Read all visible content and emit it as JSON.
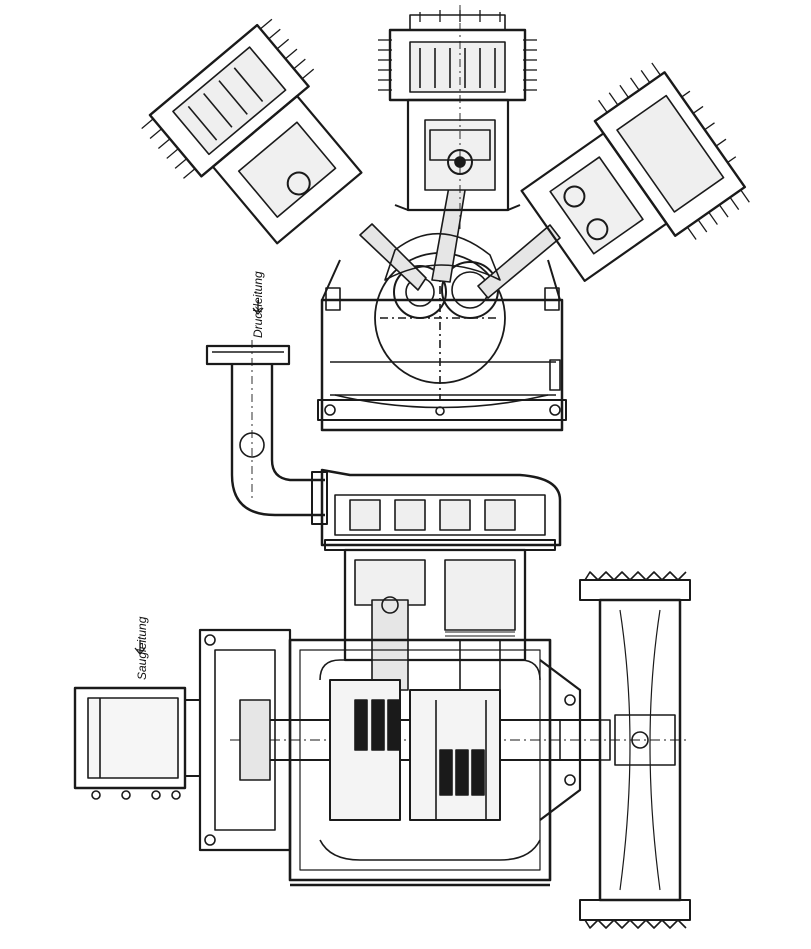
{
  "drawing": {
    "labels": {
      "suction": "Saugleitung",
      "discharge": "Druckleitung"
    },
    "ink_color": "#1a1a1a",
    "paper_color": "#ffffff",
    "views": {
      "upper": "w-type three-cylinder cross-section",
      "lower": "longitudinal section with crankshaft and belt pulley"
    }
  }
}
